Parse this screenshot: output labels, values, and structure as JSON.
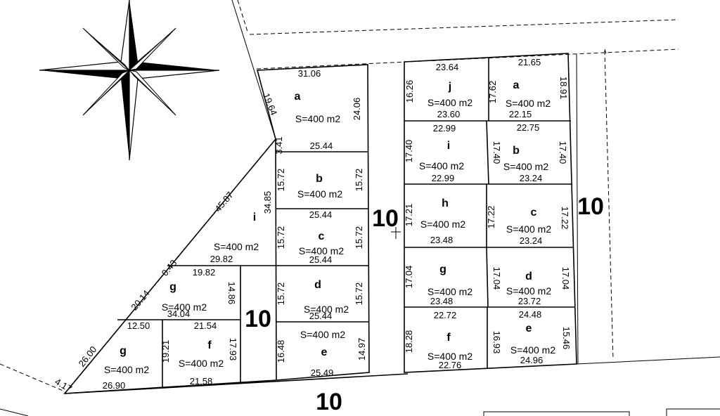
{
  "roads": [
    "10",
    "10",
    "10",
    "10"
  ],
  "lots": [
    {
      "id": "L1",
      "name": "a",
      "area": "S=400 m2",
      "dims": [
        "31.06",
        "19.64",
        "24.06",
        "25.44",
        "3.41"
      ]
    },
    {
      "id": "L2",
      "name": "b",
      "area": "S=400 m2",
      "dims": [
        "15.72",
        "15.72",
        "25.44"
      ]
    },
    {
      "id": "L3",
      "name": "c",
      "area": "S=400 m2",
      "dims": [
        "15.72",
        "15.72",
        "25.44",
        "34.85"
      ]
    },
    {
      "id": "L4",
      "name": "d",
      "area": "S=400 m2",
      "dims": [
        "15.72",
        "15.72",
        "25.44"
      ]
    },
    {
      "id": "L5",
      "name": "e",
      "area": "S=400 m2",
      "dims": [
        "16.48",
        "14.97",
        "25.49"
      ]
    },
    {
      "id": "L6",
      "name": "i",
      "area": "S=400 m2",
      "dims": [
        "45.87",
        "29.82",
        "0.43"
      ]
    },
    {
      "id": "L7",
      "name": "g",
      "area": "S=400 m2",
      "dims": [
        "19.82",
        "20.14",
        "14.86",
        "34.04"
      ]
    },
    {
      "id": "L8",
      "name": "f",
      "area": "S=400 m2",
      "dims": [
        "21.54",
        "19.21",
        "17.93",
        "21.58"
      ]
    },
    {
      "id": "L9",
      "name": "g",
      "area": "S=400 m2",
      "dims": [
        "12.50",
        "26.00",
        "26.90",
        "4.17"
      ]
    },
    {
      "id": "R1",
      "name": "j",
      "area": "S=400 m2",
      "dims": [
        "23.64",
        "16.26",
        "17.62",
        "23.60"
      ]
    },
    {
      "id": "R2",
      "name": "a",
      "area": "S=400 m2",
      "dims": [
        "21.65",
        "18.91",
        "22.15"
      ]
    },
    {
      "id": "R3",
      "name": "i",
      "area": "S=400 m2",
      "dims": [
        "22.99",
        "17.40",
        "22.99"
      ]
    },
    {
      "id": "R4",
      "name": "b",
      "area": "S=400 m2",
      "dims": [
        "22.75",
        "17.40",
        "17.40",
        "23.24"
      ]
    },
    {
      "id": "R5",
      "name": "h",
      "area": "S=400 m2",
      "dims": [
        "17.21",
        "23.48"
      ]
    },
    {
      "id": "R6",
      "name": "c",
      "area": "S=400 m2",
      "dims": [
        "17.22",
        "17.22",
        "23.24"
      ]
    },
    {
      "id": "R7",
      "name": "g",
      "area": "S=400 m2",
      "dims": [
        "17.04",
        "23.48"
      ]
    },
    {
      "id": "R8",
      "name": "d",
      "area": "S=400 m2",
      "dims": [
        "17.04",
        "17.04",
        "23.72"
      ]
    },
    {
      "id": "R9",
      "name": "f",
      "area": "S=400 m2",
      "dims": [
        "22.72",
        "18.28",
        "22.76"
      ]
    },
    {
      "id": "R10",
      "name": "e",
      "area": "S=400 m2",
      "dims": [
        "24.48",
        "16.93",
        "15.46",
        "24.96"
      ]
    }
  ]
}
